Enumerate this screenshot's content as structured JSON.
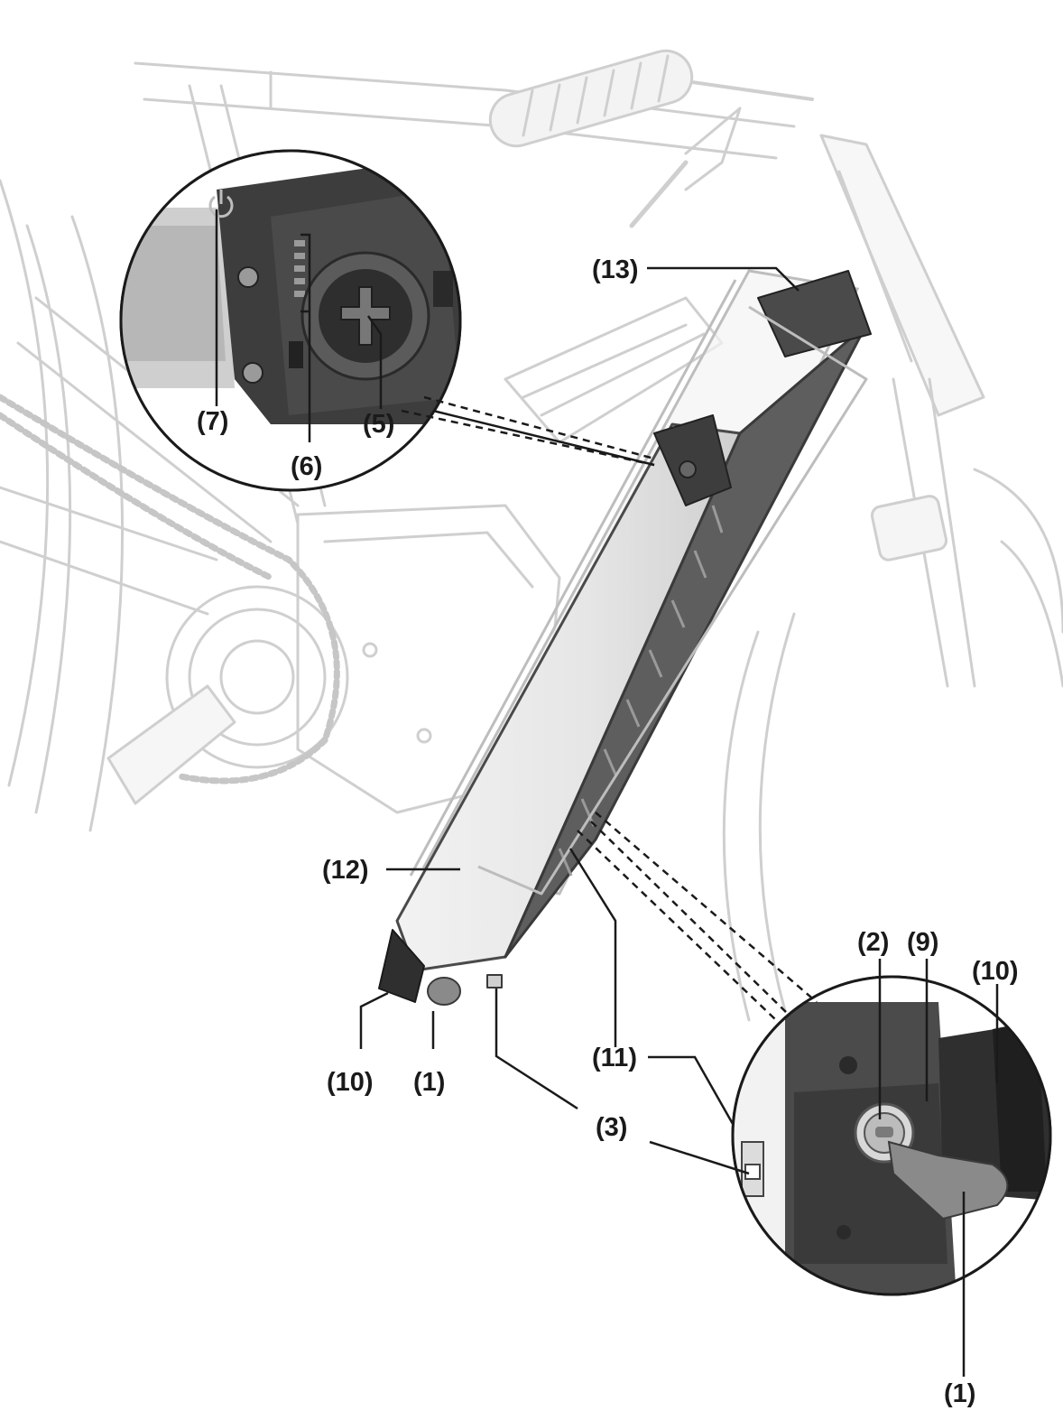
{
  "callouts": {
    "c13": "(13)",
    "c7": "(7)",
    "c5": "(5)",
    "c6": "(6)",
    "c12": "(12)",
    "c2": "(2)",
    "c9": "(9)",
    "c10_right": "(10)",
    "c11": "(11)",
    "c10_left": "(10)",
    "c1_left": "(1)",
    "c3": "(3)",
    "c1_bottom": "(1)"
  },
  "colors": {
    "faint_line": "#cfcfcf",
    "outline": "#4a4a4a",
    "battery_body": "#e9e9e9",
    "battery_dark": "#5e5e5e",
    "housing_dark": "#3d3d3d",
    "key_gray": "#8a8a8a",
    "leader": "#1a1a1a"
  }
}
